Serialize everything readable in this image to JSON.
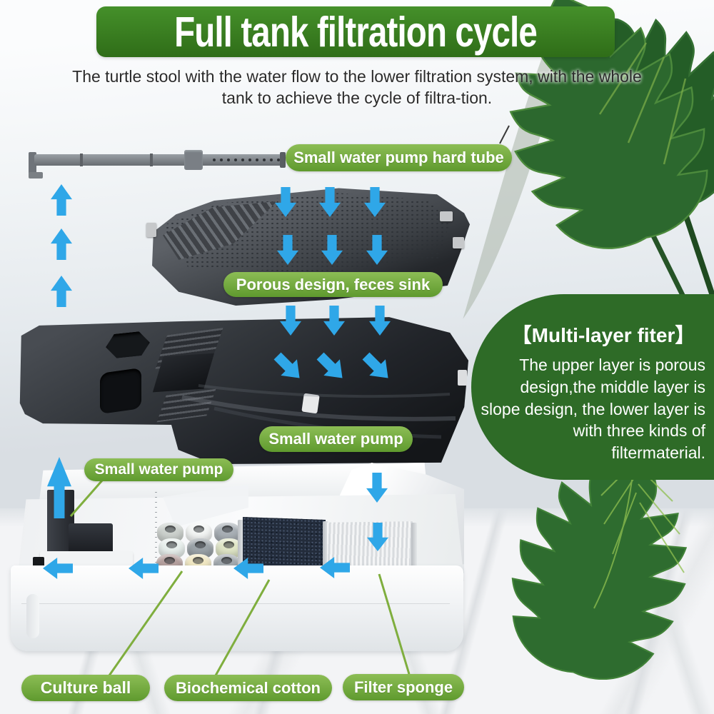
{
  "title": "Full tank filtration cycle",
  "subtitle": "The turtle stool with the water flow to the lower filtration system, with the whole tank to achieve the cycle of filtra-tion.",
  "callouts": {
    "hard_tube": "Small water pump hard tube",
    "porous": "Porous design, feces sink",
    "pump_mid": "Small water pump",
    "pump_tank": "Small water pump",
    "culture_ball": "Culture ball",
    "biochemical_cotton": "Biochemical cotton",
    "filter_sponge": "Filter sponge"
  },
  "info_panel": {
    "heading": "【Multi-layer fiter】",
    "body": "The upper layer is porous design,the middle layer is slope design, the lower layer is with three kinds of filtermaterial."
  },
  "colors": {
    "banner_green": "#3a7d1f",
    "pill_green": "#6da436",
    "panel_green": "#2e6b27",
    "arrow_blue": "#2fa7e8",
    "leader_green": "#7fae3e",
    "leaf_green": "#2c682e"
  },
  "culture_ball_colors": [
    "#cdd2ce",
    "#f3f5f4",
    "#a9b0b6",
    "#e7efec",
    "#9ba3a8",
    "#dfe5c6",
    "#b49f9d",
    "#f0e7c2",
    "#a2a9ae",
    "#eee9d3",
    "#a8a19b",
    "#f1e3e5"
  ]
}
